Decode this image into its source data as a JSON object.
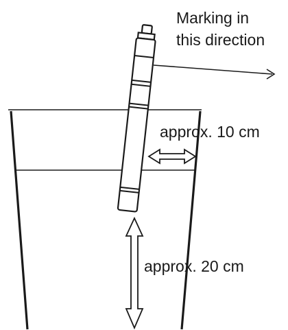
{
  "labels": {
    "marking_line1": "Marking in",
    "marking_line2": "this direction",
    "depth_top": "approx. 10 cm",
    "depth_bottom": "approx. 20 cm"
  }
}
